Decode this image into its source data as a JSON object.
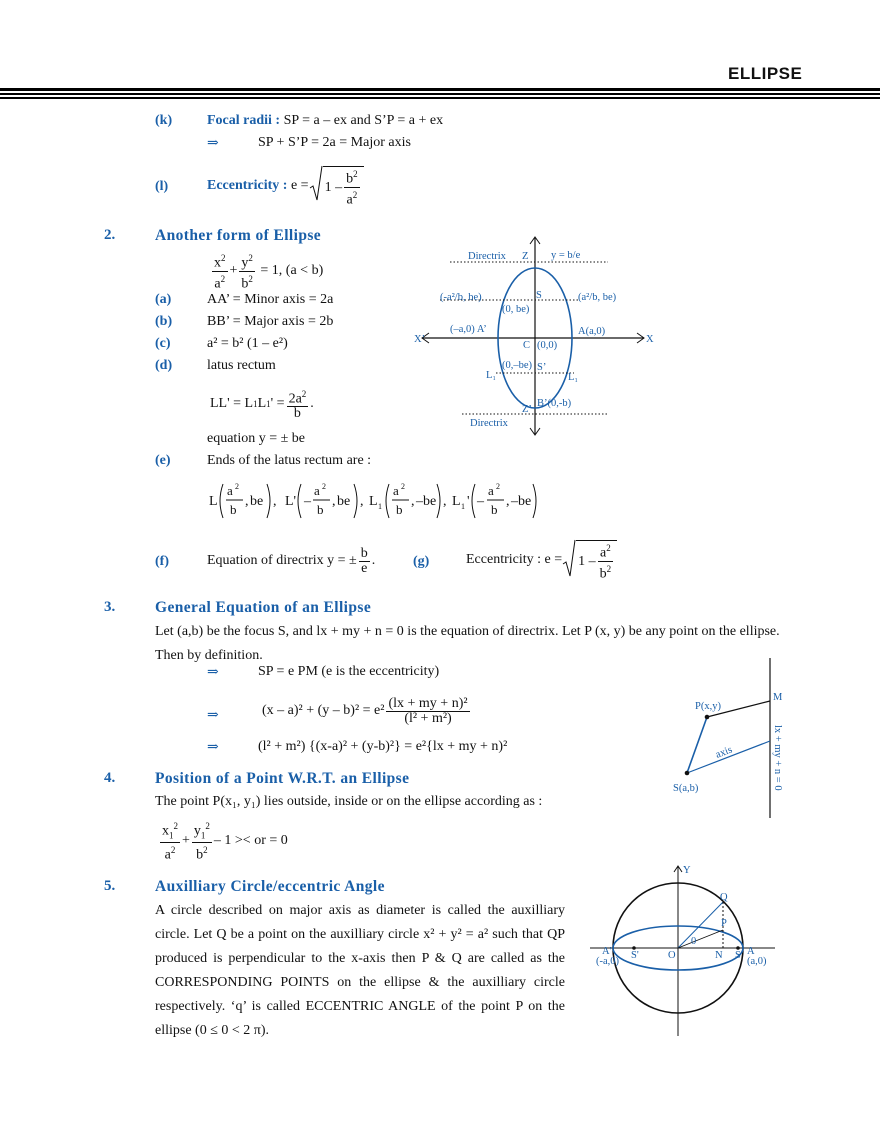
{
  "header": {
    "title": "ELLIPSE"
  },
  "colors": {
    "accent": "#1a5fa8",
    "text": "#111111"
  },
  "items": {
    "k": {
      "label": "(k)",
      "title": "Focal radii :",
      "text": "SP = a – ex and S’P  = a + ex",
      "implies": "⇒",
      "text2": "SP + S’P = 2a = Major axis"
    },
    "l": {
      "label": "(l)",
      "title": "Eccentricity :",
      "lhs": "e =",
      "one": "1 –",
      "num": "b",
      "den": "a"
    }
  },
  "sec2": {
    "num": "2.",
    "title": "Another form of Ellipse",
    "eq": {
      "x": "x",
      "a": "a",
      "plus": "+",
      "y": "y",
      "b": "b",
      "rest": "= 1,  (a < b)"
    },
    "a": {
      "label": "(a)",
      "text": "AA’ = Minor axis = 2a"
    },
    "b": {
      "label": "(b)",
      "text": "BB’ = Major axis = 2b"
    },
    "c": {
      "label": "(c)",
      "text": "a² = b² (1 – e²)"
    },
    "d": {
      "label": "(d)",
      "text": "latus rectum",
      "lhs": "LL' = L",
      "sub1": "1",
      "mid": "L",
      "sub2": "1",
      "eq": "' =",
      "num": "2a",
      "den": "b",
      "dot": ".",
      "eqline": "equation y = ± be"
    },
    "e": {
      "label": "(e)",
      "text": "Ends of the latus rectum are :"
    },
    "ends": [
      "L",
      "be",
      "L'",
      "be",
      "L",
      "1",
      "–be",
      "L",
      "1",
      "–be"
    ],
    "f": {
      "label": "(f)",
      "text": "Equation of directrix",
      "lhs": "y = ±",
      "num": "b",
      "den": "e",
      "dot": "."
    },
    "g": {
      "label": "(g)",
      "text": "Eccentricity :",
      "lhs": "e =",
      "one": "1 –",
      "num": "a",
      "den": "b"
    },
    "diagram": {
      "directrix_top": "Directrix",
      "z": "Z",
      "yline": "y = b/e",
      "lt": "(-a²/b, be)",
      "rt": "(a²/b, be)",
      "s": "S",
      "sc": "(0, be)",
      "xl": "X’",
      "xr": "X",
      "aa": "(–a,0) A’",
      "ar": "A(a,0)",
      "c": "C",
      "cc": "(0,0)",
      "l1": "L₁",
      "sp": "S’",
      "spc": "(0,–be)",
      "l1r": "L₁",
      "zp": "Z’",
      "bp": "B’(0,-b)",
      "directrix_bot": "Directrix"
    }
  },
  "sec3": {
    "num": "3.",
    "title": "General Equation of an Ellipse",
    "para": "Let (a,b) be the focus S, and lx + my + n = 0 is the equation of directrix. Let P (x, y) be any point on the ellipse. Then by definition.",
    "r1": {
      "arrow": "⇒",
      "text": "SP = e PM  (e is the eccentricity)"
    },
    "r2": {
      "arrow": "⇒",
      "lhs": "(x – a)² + (y – b)² = e²",
      "num": "(lx + my + n)²",
      "den": "(l² + m²)"
    },
    "r3": {
      "arrow": "⇒",
      "text": "(l² + m²) {(x-a)² + (y-b)²} = e²{lx + my + n)²"
    },
    "diagram": {
      "p": "P(x,y)",
      "m": "M",
      "axis": "axis",
      "s": "S(a,b)",
      "line": "lx + my + n = 0"
    }
  },
  "sec4": {
    "num": "4.",
    "title": "Position of a Point W.R.T. an Ellipse",
    "para": "The point P(x₁, y₁) lies outside, inside or on the ellipse according as :",
    "x": "x",
    "a": "a",
    "plus": "+",
    "y": "y",
    "b": "b",
    "tail": "– 1 >< or = 0"
  },
  "sec5": {
    "num": "5.",
    "title": "Auxilliary Circle/eccentric Angle",
    "para": "A circle described on major axis as diameter is called the auxilliary circle. Let Q be a point on the auxilliary circle x² + y² = a² such that QP produced is perpendicular to the x-axis then P & Q are called as the CORRESPONDING POINTS on the ellipse & the auxilliary circle respectively. ‘q’ is called ECCENTRIC ANGLE of the point P on the ellipse (0 ≤ 0 < 2 π).",
    "diagram": {
      "y": "Y",
      "q": "Q",
      "p": "P",
      "theta": "0",
      "ap": "A'",
      "apc": "(-a,0)",
      "sp": "S'",
      "o": "O",
      "n": "N",
      "s": "S",
      "a": "A",
      "ac": "(a,0)"
    }
  }
}
